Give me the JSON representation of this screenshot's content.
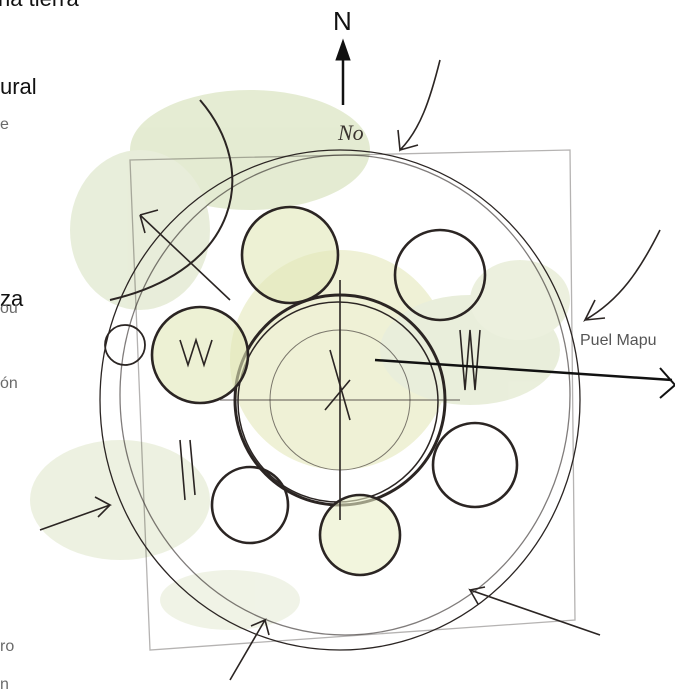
{
  "compass": {
    "north": "N"
  },
  "labels": {
    "title_partial": "na tierra",
    "line_1": "ural",
    "line_2": "e",
    "line_3": "za",
    "line_4": "ou",
    "line_5": "ón",
    "line_6": "ro",
    "line_7": "n",
    "sketch_note": "No",
    "east": "Puel Mapu"
  },
  "colors": {
    "pencil": "#2b2523",
    "wash_green": "#c9d7a6",
    "wash_yellow": "#e4e8b9"
  }
}
